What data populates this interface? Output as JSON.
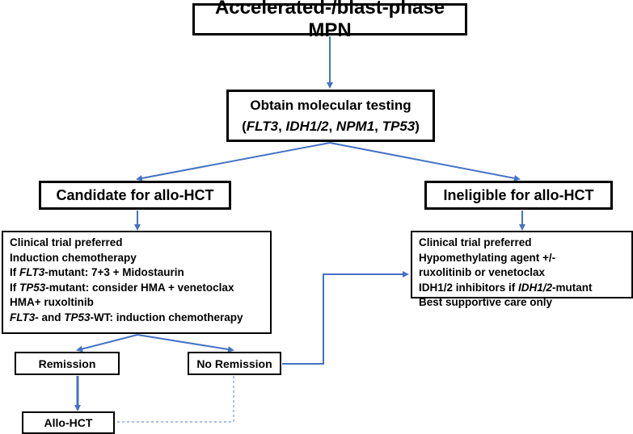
{
  "title": "Accelerated-/blast-phase MPN",
  "molecular": {
    "line1": "Obtain molecular testing",
    "open_paren": "(",
    "genes": [
      "FLT3",
      "IDH1/2",
      "NPM1",
      "TP53"
    ],
    "sep": ", ",
    "close_paren": ")"
  },
  "candidate": "Candidate for allo-HCT",
  "ineligible": "Ineligible for allo-HCT",
  "candidate_options": {
    "l1": "Clinical trial preferred",
    "l2": "Induction chemotherapy",
    "l3_pre": "If ",
    "l3_gene": "FLT3",
    "l3_post": "-mutant: 7+3 + Midostaurin",
    "l4_pre": "If ",
    "l4_gene": "TP53",
    "l4_post": "-mutant: consider HMA + venetoclax",
    "l5": "HMA+ ruxoltinib",
    "l6_gene1": "FLT3",
    "l6_mid": "- and ",
    "l6_gene2": "TP53",
    "l6_post": "-WT: induction chemotherapy"
  },
  "ineligible_options": {
    "l1": "Clinical trial preferred",
    "l2": "Hypomethylating agent +/-",
    "l3": "ruxolitinib or venetoclax",
    "l4_pre": "IDH1/2 inhibitors if ",
    "l4_gene": "IDH1/2",
    "l4_post": "-mutant",
    "l5": "Best supportive care only"
  },
  "remission": "Remission",
  "no_remission": "No Remission",
  "allo_hct": "Allo-HCT",
  "colors": {
    "arrow": "#4472C4",
    "dashed": "#8FAADC",
    "border": "#000000"
  }
}
